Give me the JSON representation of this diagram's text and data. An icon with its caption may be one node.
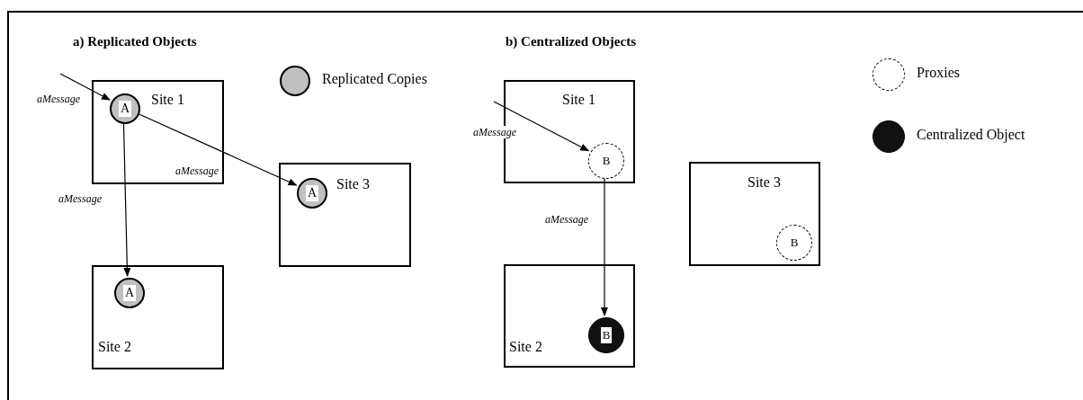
{
  "diagram": {
    "nodes": [
      {
        "text": [
          "Site 1"
        ]
      },
      {
        "text": [
          "A"
        ],
        "in": 0
      },
      {
        "text": [
          "Site 3"
        ]
      },
      {
        "text": [
          "A"
        ],
        "in": 2
      },
      {
        "text": [
          "Site 2"
        ]
      },
      {
        "text": [
          "A"
        ],
        "in": 4
      },
      {
        "text": [
          "Site 1"
        ]
      },
      {
        "text": [
          "B"
        ],
        "in": 6
      },
      {
        "text": [
          "Site 3"
        ]
      },
      {
        "text": [
          "B"
        ],
        "in": 8
      },
      {
        "text": [
          "Site 2"
        ]
      },
      {
        "text": [
          "B"
        ],
        "in": 10
      }
    ],
    "edges": [
      {
        "from": null,
        "to": 1,
        "arrow": "to",
        "label": "aMessage"
      },
      {
        "from": 1,
        "to": 3,
        "arrow": "to",
        "label": "aMessage"
      },
      {
        "from": 1,
        "to": 5,
        "arrow": "to",
        "label": "aMessage"
      },
      {
        "from": null,
        "to": 7,
        "arrow": "to",
        "label": "aMessage"
      },
      {
        "from": 7,
        "to": 11,
        "arrow": "to",
        "label": "aMessage"
      }
    ],
    "labels": [
      "a) Replicated Objects",
      "b) Centralized Objects"
    ],
    "legend": [
      {
        "text": "Replicated Copies",
        "color": "#c0c0c0"
      },
      {
        "text": "Proxies"
      },
      {
        "text": "Centralized Object",
        "color": "#111111"
      }
    ]
  }
}
